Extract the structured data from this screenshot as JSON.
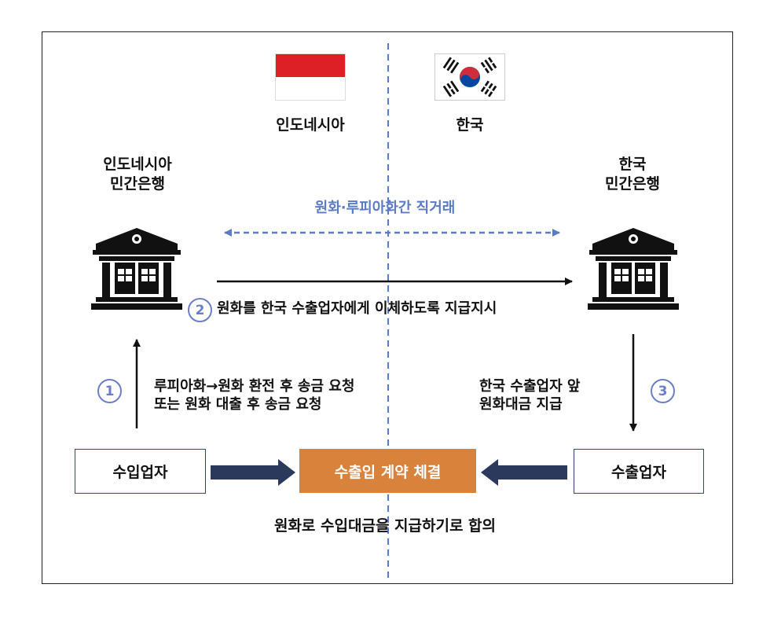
{
  "countries": {
    "indonesia": "인도네시아",
    "korea": "한국"
  },
  "banks": {
    "indonesia": [
      "인도네시아",
      "민간은행"
    ],
    "korea": [
      "한국",
      "민간은행"
    ]
  },
  "direct_trade_label": "원화·루피아화간 직거래",
  "steps": {
    "step1": {
      "number": "1",
      "lines": [
        "루피아화→원화 환전 후 송금 요청",
        "또는 원화 대출 후 송금 요청"
      ]
    },
    "step2": {
      "number": "2",
      "text": "원화를 한국 수출업자에게 이체하도록 지급지시"
    },
    "step3": {
      "number": "3",
      "lines": [
        "한국 수출업자 앞",
        "원화대금 지급"
      ]
    }
  },
  "parties": {
    "importer": "수입업자",
    "contract": "수출입 계약 체결",
    "exporter": "수출업자"
  },
  "agreement": "원화로 수입대금을 지급하기로 합의",
  "colors": {
    "contract_box": "#d9823b",
    "party_border": "#2e4a6e",
    "thick_arrow": "#2b3a5c",
    "dashed": "#5b7cc4",
    "circle": "#6b7fc8",
    "indonesia_red": "#dd1f26",
    "korea_red": "#cd2e3a",
    "korea_blue": "#0047a0"
  },
  "icons": [
    "bank-building-icon",
    "indonesia-flag-icon",
    "korea-flag-icon"
  ]
}
